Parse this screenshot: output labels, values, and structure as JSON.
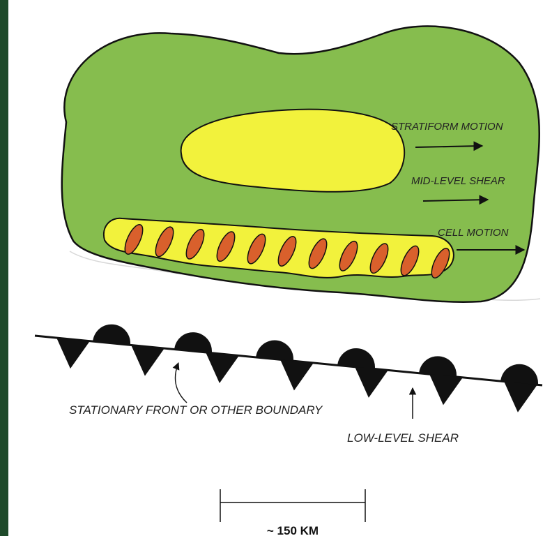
{
  "labels": {
    "stratiform_motion": "STRATIFORM MOTION",
    "mid_level_shear": "MID-LEVEL SHEAR",
    "cell_motion": "CELL MOTION",
    "stationary_front": "STATIONARY FRONT OR OTHER BOUNDARY",
    "low_level_shear": "LOW-LEVEL SHEAR",
    "scale": "~ 150 KM"
  },
  "colors": {
    "left_bar": "#1e4a2a",
    "stratiform_region": "#86bd4e",
    "convective_core": "#f2f23c",
    "cell": "#d9602c",
    "outline": "#111111"
  },
  "convective_cell_count": 11,
  "front_cold_triangle_count": 7,
  "front_warm_semicircle_count": 6
}
